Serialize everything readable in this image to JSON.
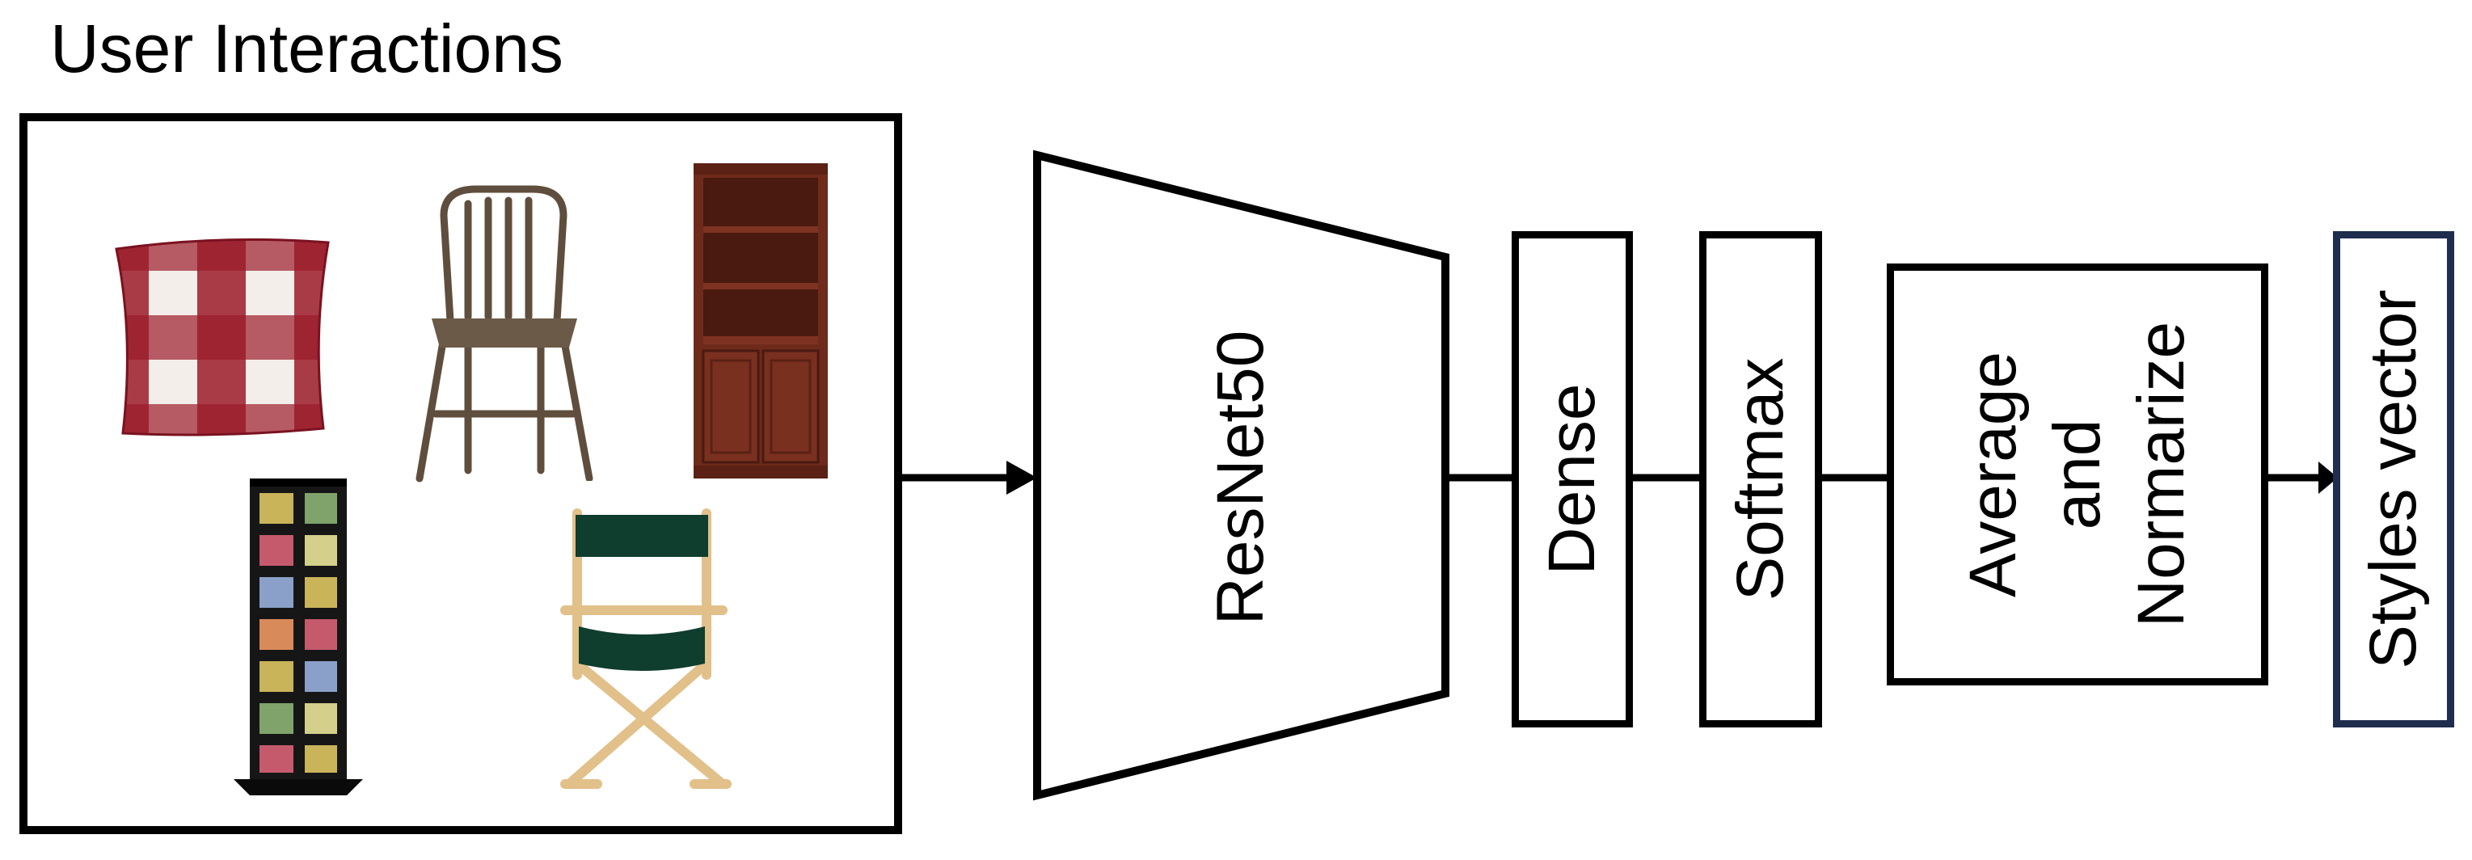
{
  "title": "User Interactions",
  "encoder": {
    "label": "ResNet50"
  },
  "layers": {
    "dense": "Dense",
    "softmax": "Softmax",
    "average": [
      "Average",
      "and",
      "Normarize"
    ],
    "output": "Styles vector"
  },
  "items": [
    {
      "name": "pillow",
      "icon": "plaid-pillow-image"
    },
    {
      "name": "chair",
      "icon": "metal-chair-image"
    },
    {
      "name": "bookcase",
      "icon": "wooden-cabinet-image"
    },
    {
      "name": "media-tower",
      "icon": "media-tower-image"
    },
    {
      "name": "directors-chair",
      "icon": "directors-chair-image"
    }
  ],
  "colors": {
    "stroke": "#000000",
    "output_border": "#1f2d4e",
    "plaid_red": "#9b1b2a",
    "wood": "#6e2a1b",
    "metal": "#6b5a48",
    "canvas": "#0f3d2e"
  }
}
